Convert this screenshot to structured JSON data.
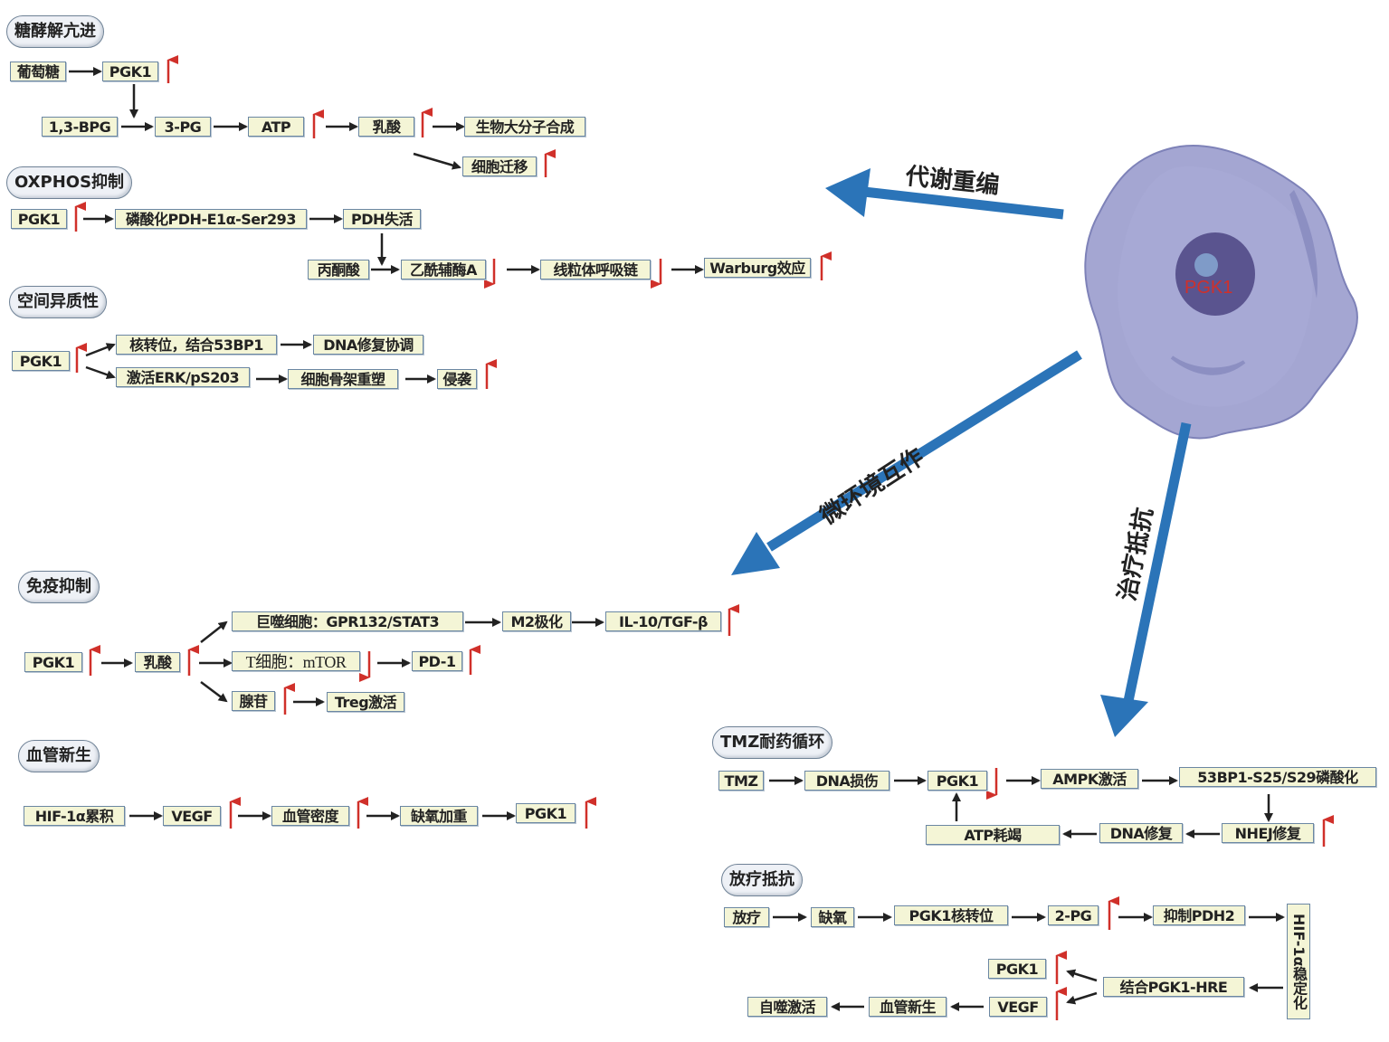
{
  "main_arrows": {
    "metabolic": "代谢重编",
    "microenv": "微环境互作",
    "therapy": "治疗抵抗"
  },
  "cell": {
    "label": "PGK1",
    "label_color": "#d0302a",
    "body_color": "#a4a6d2",
    "nucleus_color": "#5a548f",
    "nucleolus_color": "#7f9bc8"
  },
  "colors": {
    "box_fill": "#f4f5d6",
    "box_border": "#6b87a3",
    "up_arrow": "#d0302a",
    "down_arrow": "#d0302a",
    "main_arrow": "#2b74b8"
  },
  "glycolysis": {
    "title": "糖酵解亢进",
    "glucose": "葡萄糖",
    "pgk1": "PGK1",
    "bpg": "1,3-BPG",
    "pg3": "3-PG",
    "atp": "ATP",
    "lactate": "乳酸",
    "macromol": "生物大分子合成",
    "migration": "细胞迁移"
  },
  "oxphos": {
    "title": "OXPHOS抑制",
    "pgk1": "PGK1",
    "phos": "磷酸化PDH-E1α-Ser293",
    "pdh": "PDH失活",
    "pyruvate": "丙酮酸",
    "acetyl": "乙酰辅酶A",
    "mito": "线粒体呼吸链",
    "warburg": "Warburg效应"
  },
  "spatial": {
    "title": "空间异质性",
    "pgk1": "PGK1",
    "nuclear": "核转位，结合53BP1",
    "dna": "DNA修复协调",
    "erk": "激活ERK/pS203",
    "cyto": "细胞骨架重塑",
    "invasion": "侵袭"
  },
  "immune": {
    "title": "免疫抑制",
    "pgk1": "PGK1",
    "lactate": "乳酸",
    "macro": "巨噬细胞：GPR132/STAT3",
    "m2": "M2极化",
    "il10": "IL-10/TGF-β",
    "tcell": "T细胞：mTOR",
    "pd1": "PD-1",
    "adenosine": "腺苷",
    "treg": "Treg激活"
  },
  "angio": {
    "title": "血管新生",
    "hif": "HIF-1α累积",
    "vegf": "VEGF",
    "density": "血管密度",
    "hypoxia": "缺氧加重",
    "pgk1": "PGK1"
  },
  "tmz": {
    "title": "TMZ耐药循环",
    "tmz": "TMZ",
    "dmg": "DNA损伤",
    "pgk1": "PGK1",
    "ampk": "AMPK激活",
    "bp53": "53BP1-S25/S29磷酸化",
    "nhej": "NHEJ修复",
    "dnarep": "DNA修复",
    "atp": "ATP耗竭"
  },
  "radio": {
    "title": "放疗抵抗",
    "rt": "放疗",
    "hypoxia": "缺氧",
    "nuc": "PGK1核转位",
    "pg2": "2-PG",
    "pdh2": "抑制PDH2",
    "hif": "HIF-1α稳定化",
    "hre": "结合PGK1-HRE",
    "pgk1": "PGK1",
    "vegf": "VEGF",
    "angio": "血管新生",
    "auto": "自噬激活"
  }
}
